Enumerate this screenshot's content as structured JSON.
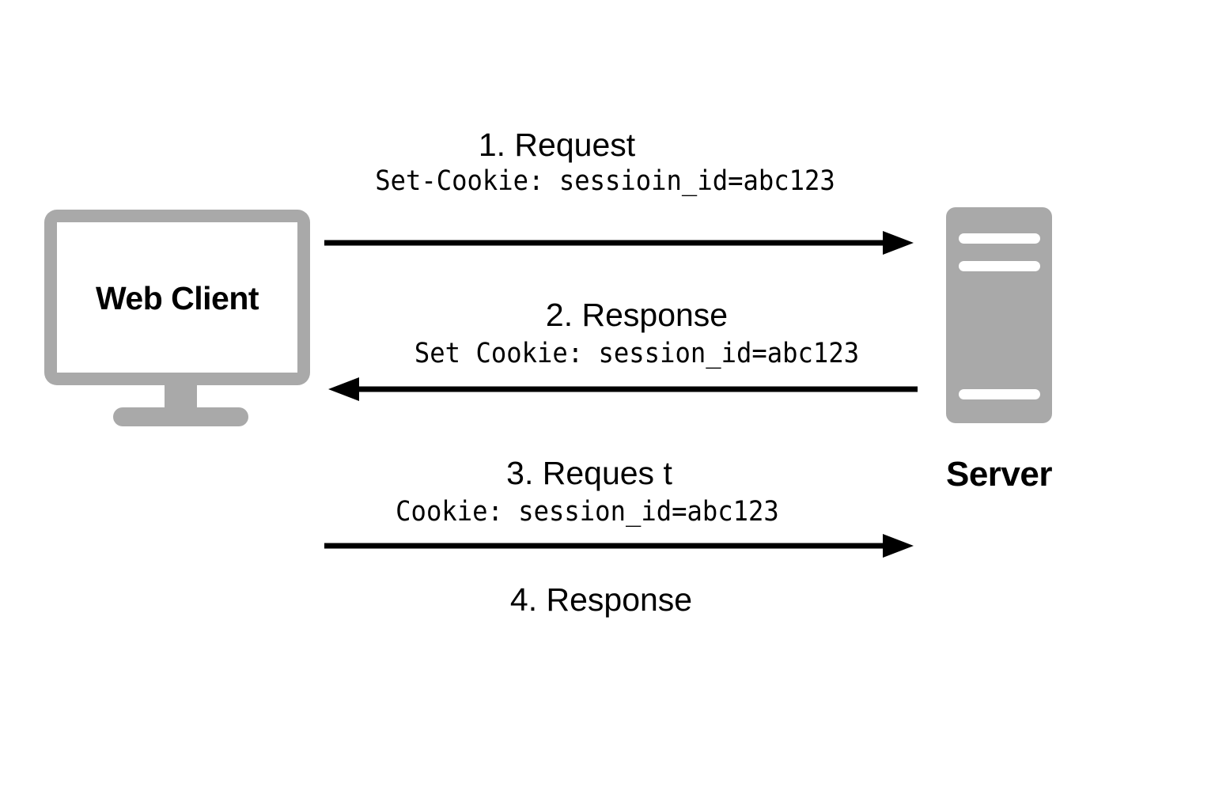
{
  "diagram": {
    "title": "Cookie-based session sequence diagram",
    "colors": {
      "device_gray": "#a9a9a9",
      "line_black": "#000000",
      "background": "#ffffff"
    },
    "nodes": {
      "client": {
        "label": "Web Client",
        "icon": "desktop-monitor-icon"
      },
      "server": {
        "label": "Server",
        "icon": "server-tower-icon"
      }
    },
    "messages": [
      {
        "index": "1",
        "title": "1. Request",
        "detail": "Set-Cookie: sessioin_id=abc123",
        "direction": "right"
      },
      {
        "index": "2",
        "title": "2. Response",
        "detail": "Set Cookie: session_id=abc123",
        "direction": "left"
      },
      {
        "index": "3",
        "title": "3. Reques t",
        "detail": "Cookie: session_id=abc123",
        "direction": "right"
      },
      {
        "index": "4",
        "title": "4. Response",
        "detail": "",
        "direction": "none"
      }
    ]
  }
}
